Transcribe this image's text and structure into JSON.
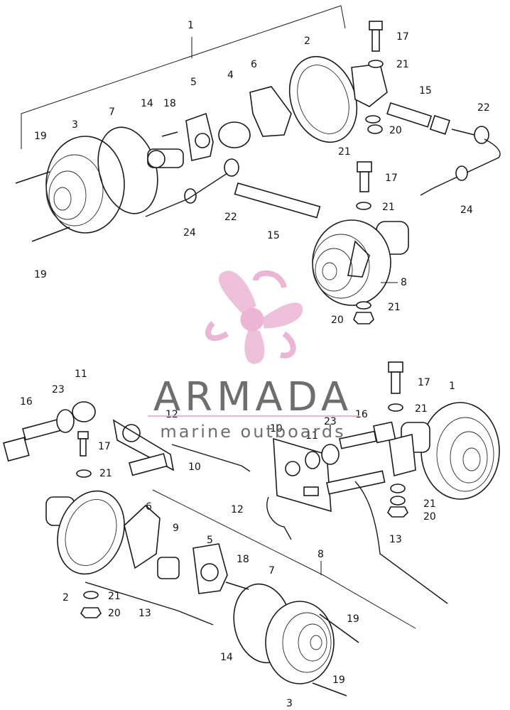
{
  "watermark": {
    "brand": "ARMADA",
    "tagline": "marine outboards",
    "color": "#e8a9cf",
    "text_color": "#555555",
    "icon": "propeller-icon"
  },
  "callouts": {
    "top": [
      "1",
      "2",
      "3",
      "4",
      "5",
      "6",
      "7",
      "14",
      "18",
      "19",
      "19",
      "17",
      "21",
      "15",
      "22",
      "20",
      "21",
      "17",
      "21",
      "22",
      "15",
      "24",
      "24",
      "8",
      "21",
      "20"
    ],
    "bottom": [
      "17",
      "1",
      "21",
      "16",
      "23",
      "11",
      "12",
      "17",
      "21",
      "10",
      "10",
      "23",
      "16",
      "11",
      "12",
      "13",
      "21",
      "20",
      "2",
      "6",
      "9",
      "5",
      "18",
      "7",
      "8",
      "21",
      "20",
      "13",
      "14",
      "19",
      "3",
      "19"
    ]
  }
}
